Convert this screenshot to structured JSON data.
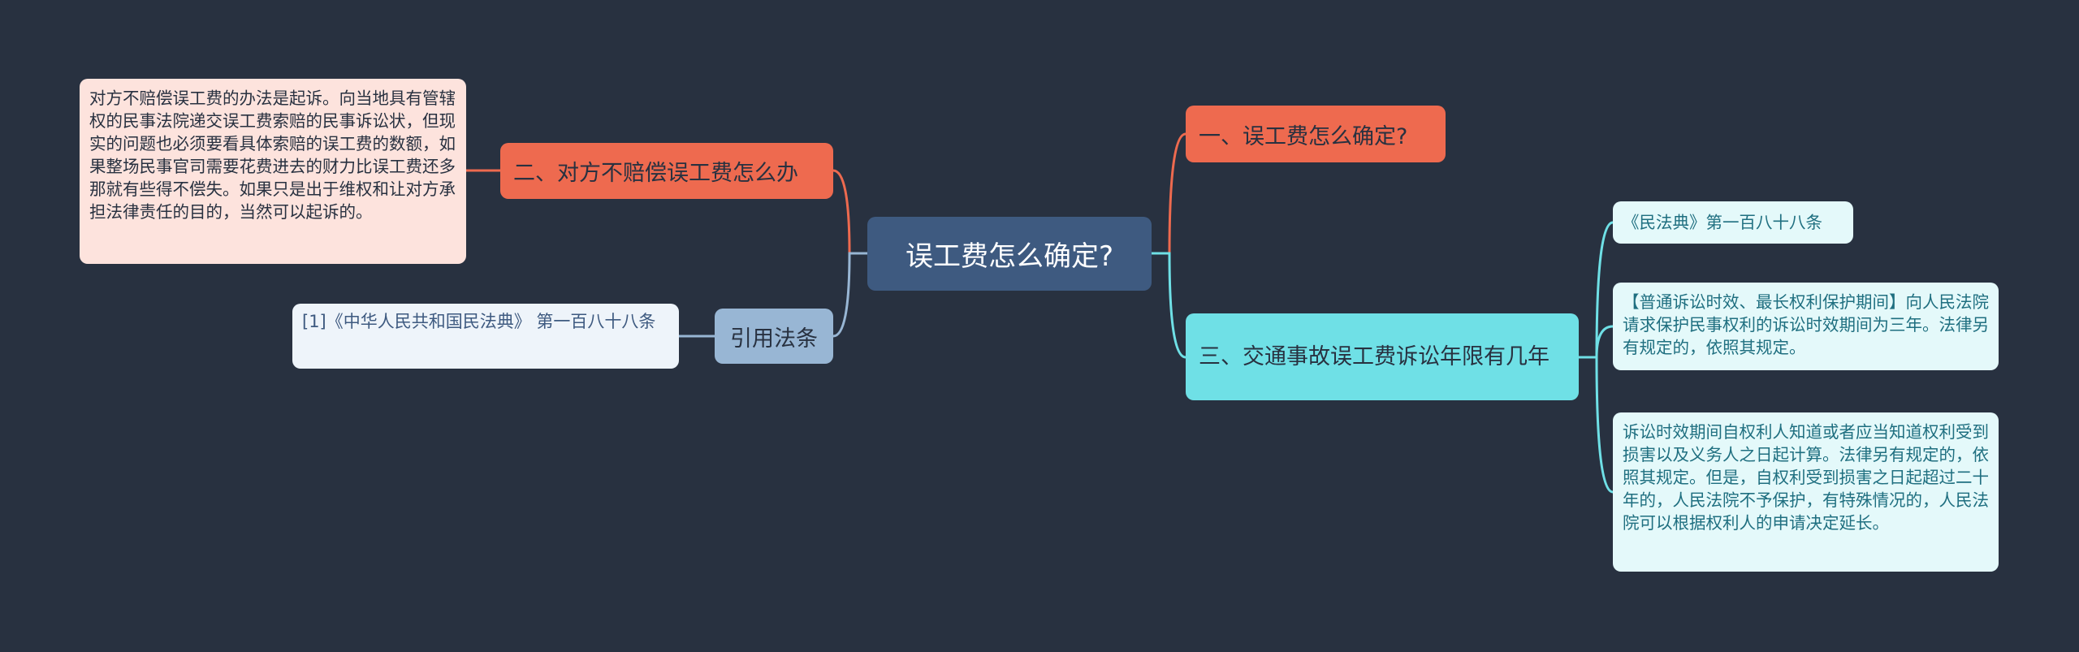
{
  "root": {
    "label": "误工费怎么确定?"
  },
  "branches": {
    "b1": {
      "label": "一、误工费怎么确定?"
    },
    "b2": {
      "label": "二、对方不赔偿误工费怎么办"
    },
    "b3": {
      "label": "三、交通事故误工费诉讼年限有几年"
    },
    "b4": {
      "label": "引用法条"
    }
  },
  "leaves": {
    "b2_note": "对方不赔偿误工费的办法是起诉。向当地具有管辖权的民事法院递交误工费索赔的民事诉讼状，但现实的问题也必须要看具体索赔的误工费的数额，如果整场民事官司需要花费进去的财力比误工费还多那就有些得不偿失。如果只是出于维权和让对方承担法律责任的目的，当然可以起诉的。",
    "b4_ref": "[1]《中华人民共和国民法典》 第一百八十八条",
    "b3_ref": "《民法典》第一百八十八条",
    "b3_text1": "【普通诉讼时效、最长权利保护期间】向人民法院请求保护民事权利的诉讼时效期间为三年。法律另有规定的，依照其规定。",
    "b3_text2": "诉讼时效期间自权利人知道或者应当知道权利受到损害以及义务人之日起计算。法律另有规定的，依照其规定。但是，自权利受到损害之日起超过二十年的，人民法院不予保护，有特殊情况的，人民法院可以根据权利人的申请决定延长。"
  },
  "colors": {
    "background": "#283140",
    "root": "#3e5a80",
    "branch_red": "#ee6a4f",
    "branch_cyan": "#6fe0e6",
    "branch_blue": "#98b6d4",
    "leaf_pink": "#fde3dd",
    "leaf_white": "#eef4fa",
    "leaf_cyan": "#e4f9fa"
  }
}
